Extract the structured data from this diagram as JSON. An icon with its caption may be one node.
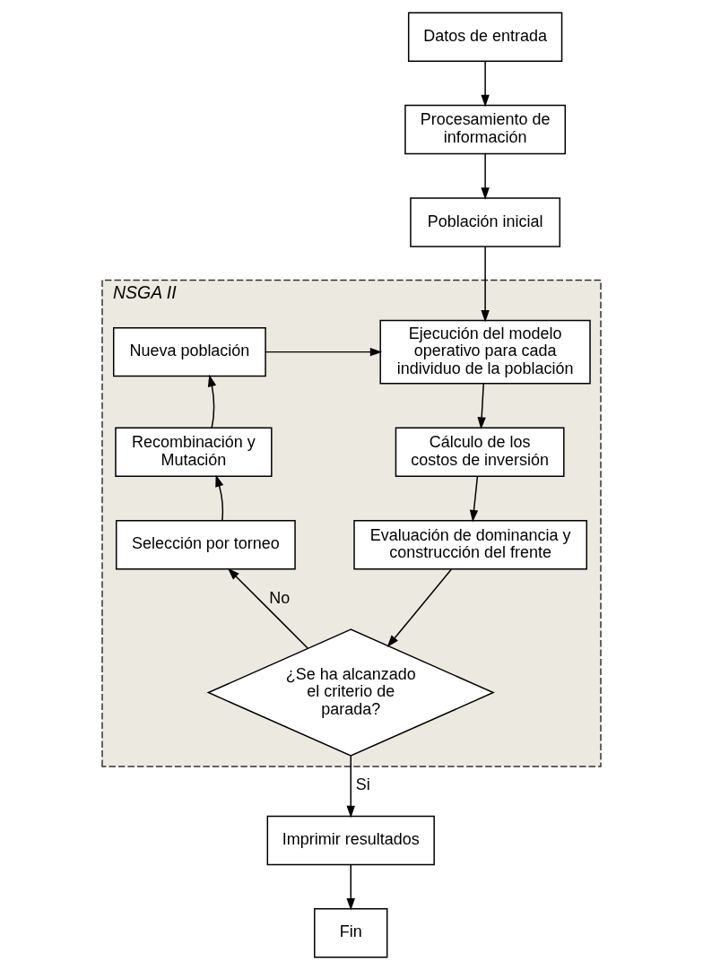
{
  "diagram": {
    "nodes": [
      {
        "text": [
          "Datos de entrada"
        ]
      },
      {
        "text": [
          "Procesamiento de información"
        ]
      },
      {
        "text": [
          "Población inicial"
        ]
      },
      {
        "text": [
          "NSGA II"
        ]
      },
      {
        "text": [
          "Ejecución del modelo operativo para cada individuo de la población"
        ],
        "in": 3
      },
      {
        "text": [
          "Nueva población"
        ],
        "in": 3
      },
      {
        "text": [
          "Recombinación y Mutación"
        ],
        "in": 3
      },
      {
        "text": [
          "Cálculo de los costos de inversión"
        ],
        "in": 3
      },
      {
        "text": [
          "Selección por torneo"
        ],
        "in": 3
      },
      {
        "text": [
          "Evaluación de dominancia y construcción del frente"
        ],
        "in": 3
      },
      {
        "text": [
          "¿Se ha alcanzado el criterio de parada?"
        ],
        "in": 3
      },
      {
        "text": [
          "Imprimir resultados"
        ]
      },
      {
        "text": [
          "Fin"
        ]
      }
    ],
    "edges": [
      {
        "from": 0,
        "to": 1,
        "arrow": "to"
      },
      {
        "from": 1,
        "to": 2,
        "arrow": "to"
      },
      {
        "from": 2,
        "to": 4,
        "arrow": "to"
      },
      {
        "from": 5,
        "to": 4,
        "arrow": "to"
      },
      {
        "from": 6,
        "to": 5,
        "arrow": "to"
      },
      {
        "from": 8,
        "to": 6,
        "arrow": "to"
      },
      {
        "from": 4,
        "to": 7,
        "arrow": "to"
      },
      {
        "from": 7,
        "to": 9,
        "arrow": "to"
      },
      {
        "from": 9,
        "to": 10,
        "arrow": "to"
      },
      {
        "from": 10,
        "to": 8,
        "arrow": "to",
        "label": "No"
      },
      {
        "from": 10,
        "to": 11,
        "arrow": "to",
        "label": "Si"
      },
      {
        "from": 11,
        "to": 12,
        "arrow": "to"
      }
    ]
  }
}
